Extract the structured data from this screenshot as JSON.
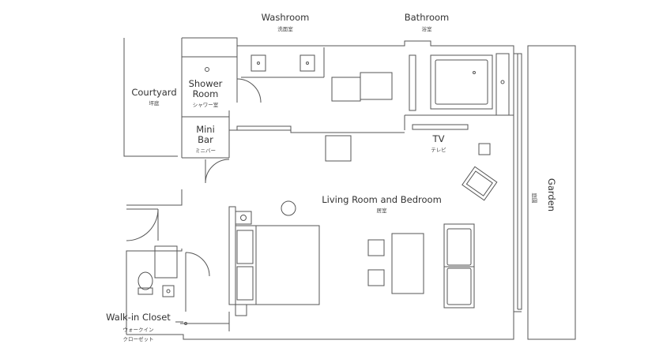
{
  "rooms": {
    "washroom": {
      "name": "Washroom",
      "jp": "洗面室"
    },
    "bathroom": {
      "name": "Bathroom",
      "jp": "浴室"
    },
    "courtyard": {
      "name": "Courtyard",
      "jp": "坪庭"
    },
    "shower_room": {
      "name_line1": "Shower",
      "name_line2": "Room",
      "jp": "シャワー室"
    },
    "mini_bar": {
      "name_line1": "Mini",
      "name_line2": "Bar",
      "jp": "ミニバー"
    },
    "tv": {
      "name": "TV",
      "jp": "テレビ"
    },
    "living_bedroom": {
      "name": "Living Room and Bedroom",
      "jp": "居室"
    },
    "garden": {
      "name": "Garden",
      "jp": "庭園"
    },
    "walk_in_closet": {
      "name": "Walk-in Closet",
      "jp_line1": "ウォークイン",
      "jp_line2": "クローゼット"
    }
  },
  "colors": {
    "line": "#555555",
    "text": "#333333",
    "background": "#ffffff"
  }
}
